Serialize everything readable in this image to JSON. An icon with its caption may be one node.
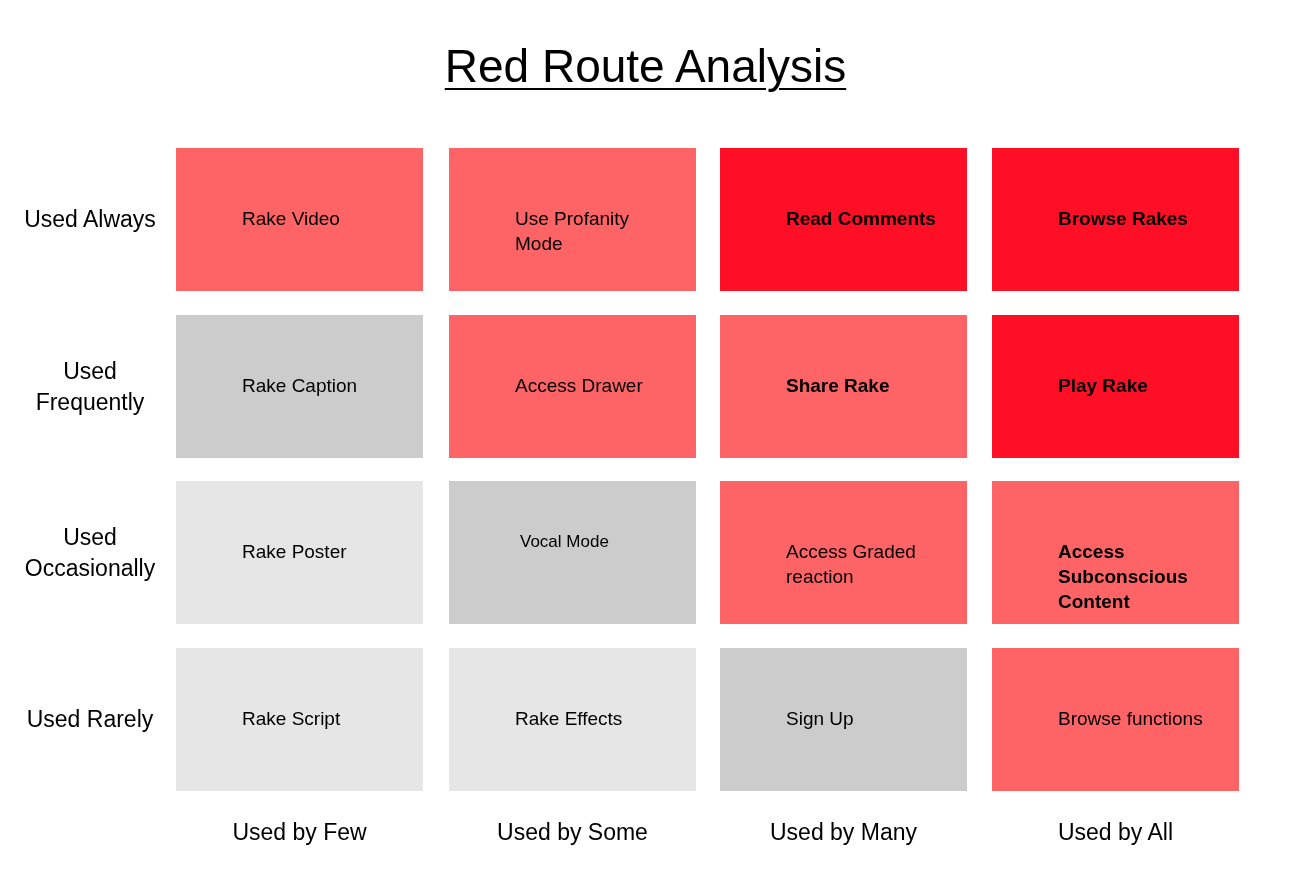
{
  "diagram": {
    "title": "Red Route Analysis",
    "nodes": [
      {
        "text": [
          "Rake Video"
        ]
      },
      {
        "text": [
          "Use Profanity Mode"
        ]
      },
      {
        "text": [
          "Read Comments"
        ]
      },
      {
        "text": [
          "Browse Rakes"
        ]
      },
      {
        "text": [
          "Rake Caption"
        ]
      },
      {
        "text": [
          "Access Drawer"
        ]
      },
      {
        "text": [
          "Share Rake"
        ]
      },
      {
        "text": [
          "Play Rake"
        ]
      },
      {
        "text": [
          "Rake Poster"
        ]
      },
      {
        "text": [
          "Vocal Mode"
        ]
      },
      {
        "text": [
          "Access Graded reaction"
        ]
      },
      {
        "text": [
          "Access Subconscious Content"
        ]
      },
      {
        "text": [
          "Rake Script"
        ]
      },
      {
        "text": [
          "Rake Effects"
        ]
      },
      {
        "text": [
          "Sign Up"
        ]
      },
      {
        "text": [
          "Browse functions"
        ]
      }
    ],
    "labels": [
      "Used Always",
      "Used Frequently",
      "Used Occasionally",
      "Used Rarely",
      "Used by Few",
      "Used by Some",
      "Used by Many",
      "Used by All"
    ]
  }
}
